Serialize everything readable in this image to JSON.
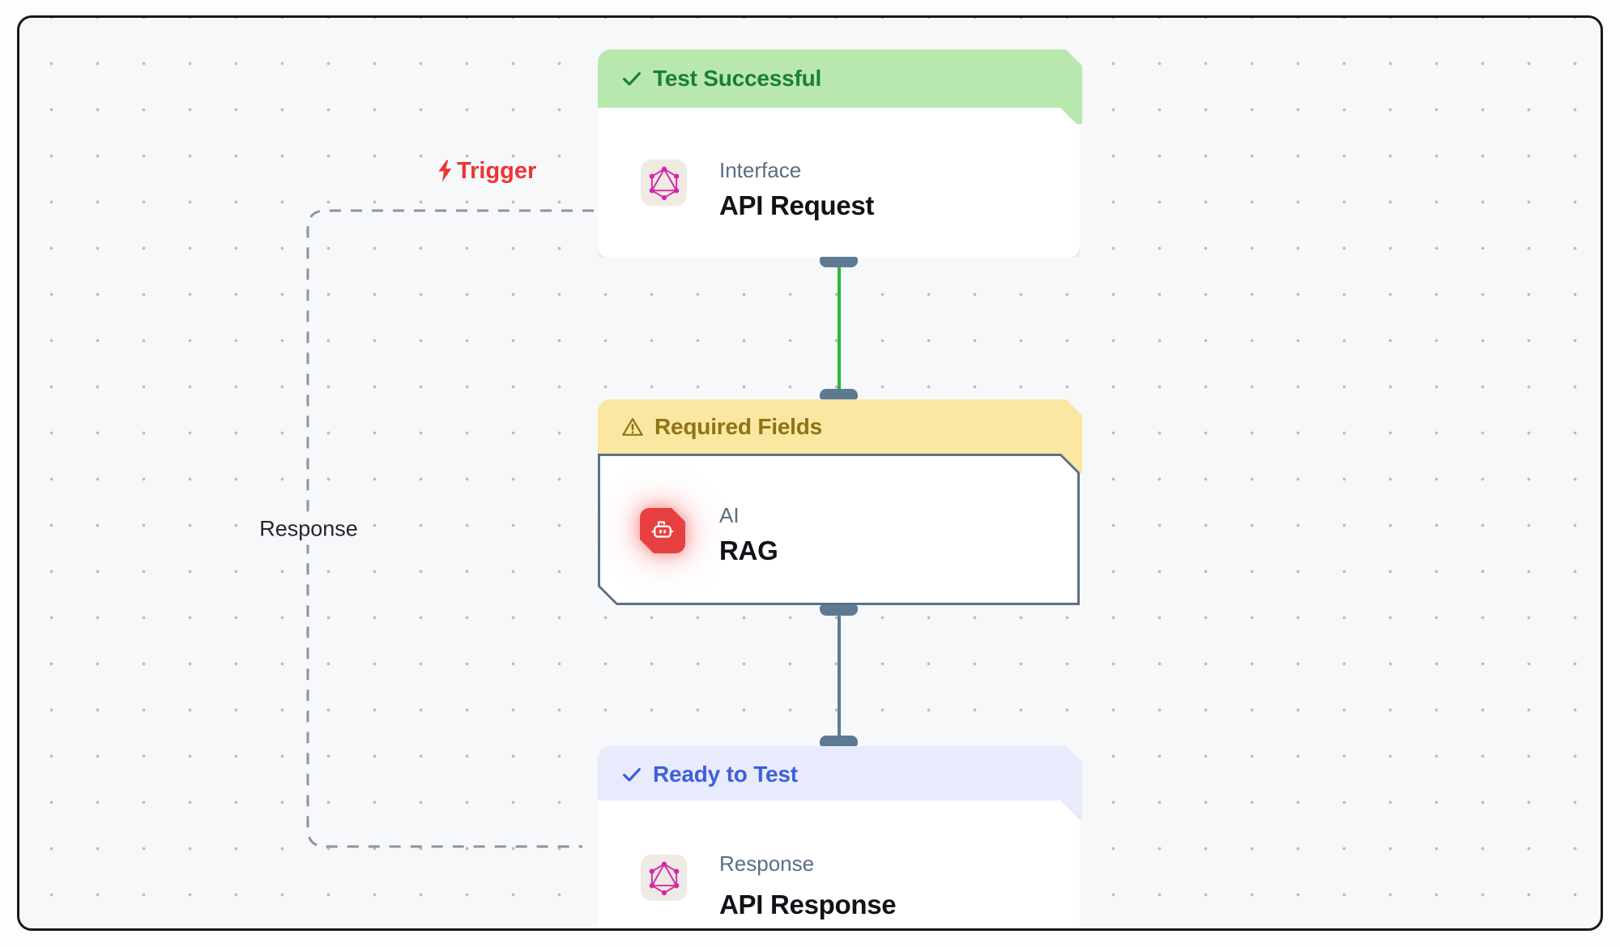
{
  "canvas": {
    "background": "#f7f8fa",
    "dot_color": "#b6bcc6",
    "frame_border_color": "#17181a"
  },
  "edge_labels": {
    "trigger": {
      "label": "Trigger",
      "color": "#ef3434",
      "icon": "bolt-icon"
    },
    "response": {
      "label": "Response",
      "color": "#24272c"
    }
  },
  "edges": [
    {
      "from": "api-request",
      "to": "rag",
      "style": "solid",
      "color": "#23bd2f"
    },
    {
      "from": "rag",
      "to": "api-response",
      "style": "solid",
      "color": "#5e7a93"
    },
    {
      "from": "api-response",
      "to": "api-request",
      "style": "dashed",
      "color": "#8e949c",
      "label": "Response"
    }
  ],
  "connector_color": "#5e7a93",
  "text": {
    "category_color": "#5c6d83",
    "title_color": "#101217"
  },
  "nodes": [
    {
      "id": "api-request",
      "status": {
        "label": "Test Successful",
        "icon": "check-icon",
        "bg": "#b9e8ae",
        "color": "#1a8033"
      },
      "category": "Interface",
      "title": "API Request",
      "icon": "graphql-icon",
      "icon_color": "#d428a5",
      "icon_bg": "#efeae4"
    },
    {
      "id": "rag",
      "status": {
        "label": "Required Fields",
        "icon": "warning-icon",
        "bg": "#f9e7a2",
        "color": "#8e7414"
      },
      "category": "AI",
      "title": "RAG",
      "icon": "robot-icon",
      "icon_color": "#ffffff",
      "icon_bg": "#e84040",
      "border_color": "#5a7089"
    },
    {
      "id": "api-response",
      "status": {
        "label": "Ready to Test",
        "icon": "check-icon",
        "bg": "#e7ebfc",
        "color": "#3f5fd8"
      },
      "category": "Response",
      "title": "API Response",
      "icon": "graphql-icon",
      "icon_color": "#d428a5",
      "icon_bg": "#efeae4"
    }
  ]
}
